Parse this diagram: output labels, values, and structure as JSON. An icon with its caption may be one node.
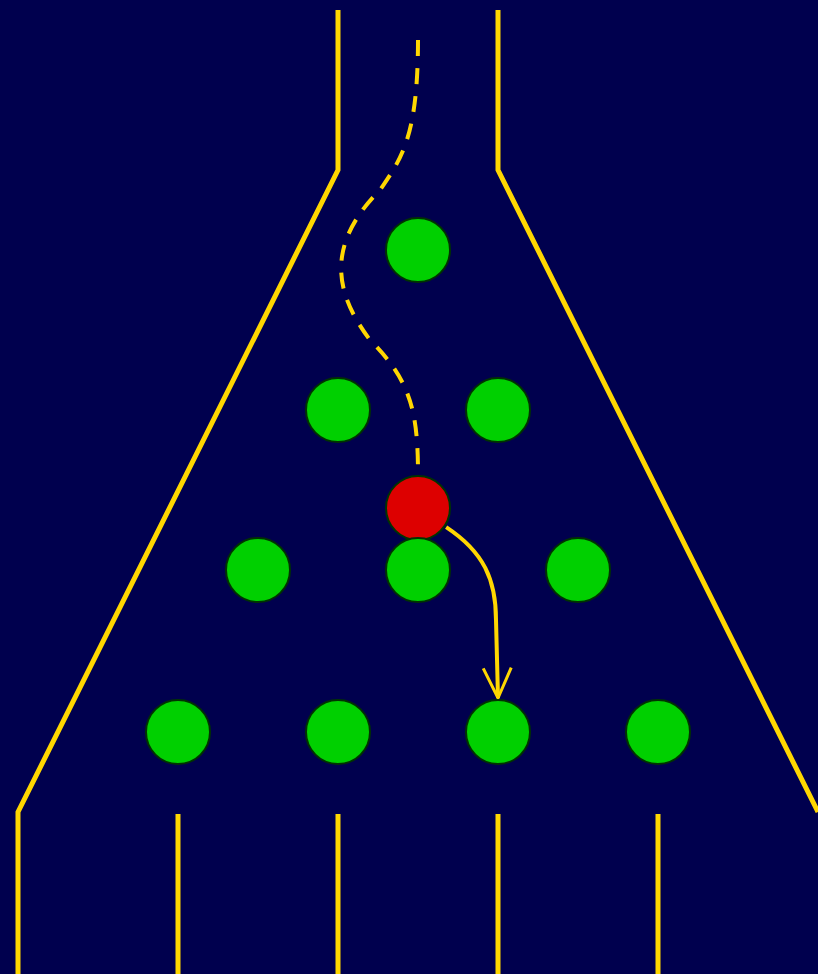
{
  "diagram": {
    "nodes": [
      {
        "text": [],
        "shape": "circle"
      },
      {
        "text": [],
        "shape": "circle"
      },
      {
        "text": [],
        "shape": "circle"
      },
      {
        "text": [],
        "shape": "circle"
      },
      {
        "text": [],
        "shape": "circle"
      },
      {
        "text": [],
        "shape": "circle"
      },
      {
        "text": [],
        "shape": "circle"
      },
      {
        "text": [],
        "shape": "circle"
      },
      {
        "text": [],
        "shape": "circle"
      },
      {
        "text": [],
        "shape": "circle"
      },
      {
        "text": [],
        "shape": "circle"
      }
    ],
    "edges": [
      {
        "from": null,
        "to": 3,
        "arrow": "none",
        "style": "dashed"
      },
      {
        "from": 3,
        "to": 9,
        "arrow": "to"
      }
    ]
  }
}
